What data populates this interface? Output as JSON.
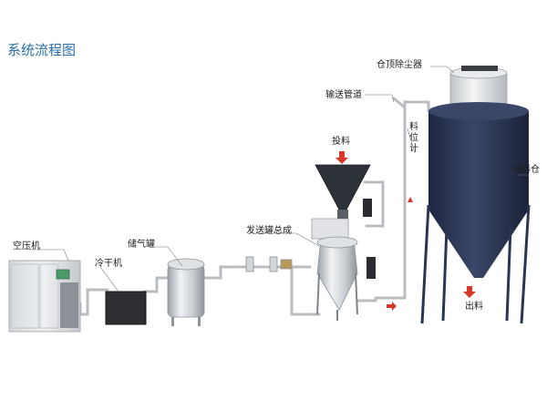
{
  "title": "系统流程图",
  "labels": {
    "air_compressor": "空压机",
    "dryer": "冷干机",
    "air_tank": "储气罐",
    "conveying_tank": "发送罐总成",
    "feeding": "投料",
    "pipeline": "输送管道",
    "level_meter": "料位计",
    "dust_collector": "仓顶除尘器",
    "silo": "储料仓",
    "discharge": "出料"
  },
  "colors": {
    "title": "#2b6ea8",
    "silo": "#2a3552",
    "arrow": "#d8372c",
    "hopper": "#2d3138",
    "pipe": "#b9bdc2"
  }
}
